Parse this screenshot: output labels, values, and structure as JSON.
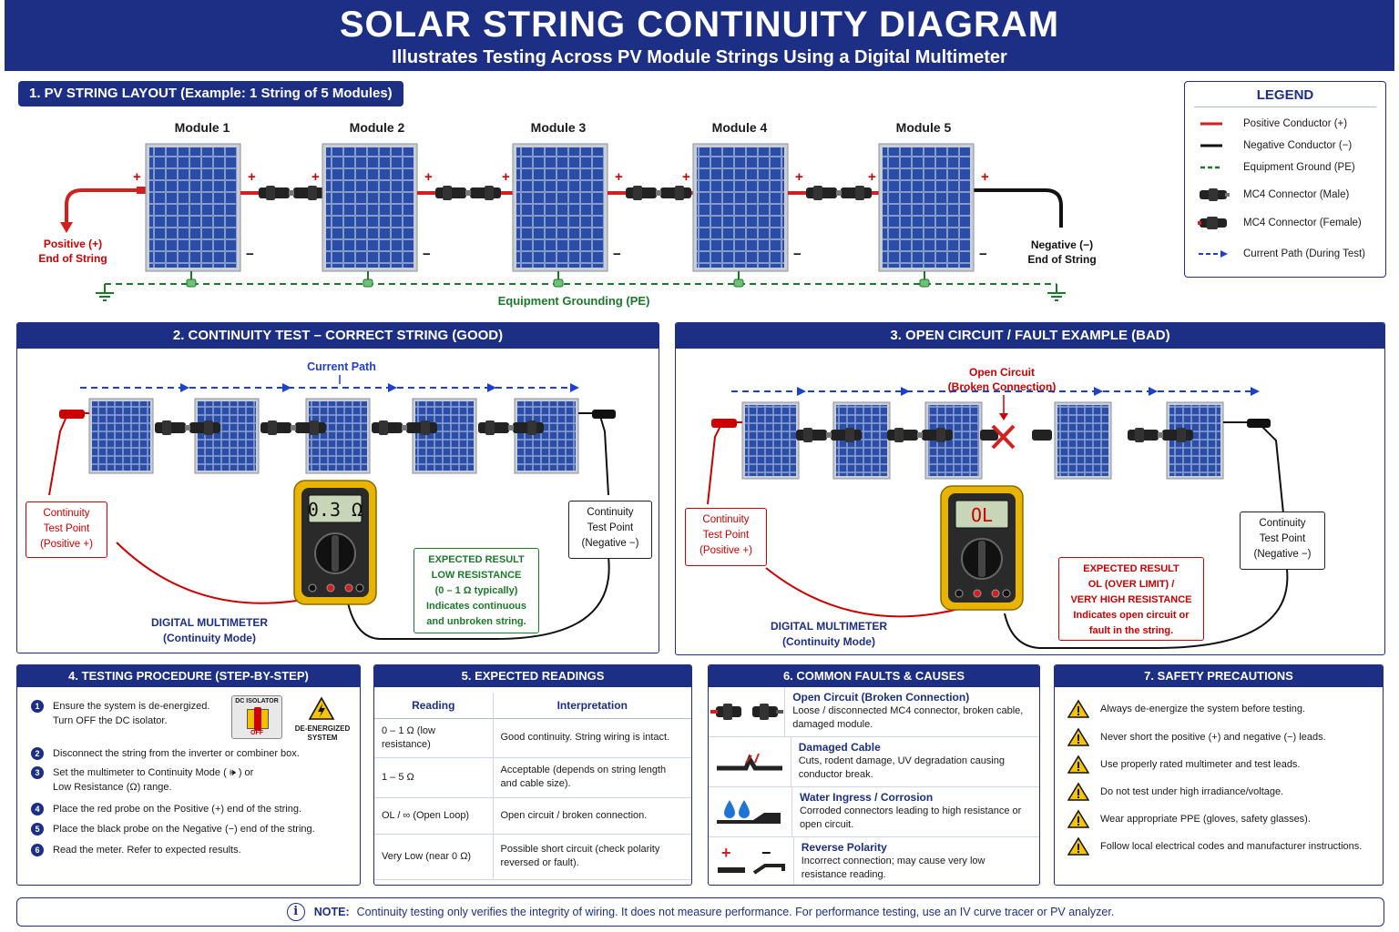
{
  "header": {
    "title": "SOLAR STRING CONTINUITY DIAGRAM",
    "subtitle": "Illustrates Testing Across PV Module Strings Using a Digital Multimeter"
  },
  "section1": {
    "label": "1. PV STRING LAYOUT (Example: 1 String of 5 Modules)",
    "modules": [
      "Module 1",
      "Module 2",
      "Module 3",
      "Module 4",
      "Module 5"
    ],
    "positive_end": [
      "Positive (+)",
      "End of String"
    ],
    "negative_end": [
      "Negative (−)",
      "End of String"
    ],
    "grounding": "Equipment Grounding (PE)",
    "plus": "+",
    "minus": "−"
  },
  "legend": {
    "title": "LEGEND",
    "items": [
      {
        "label": "Positive Conductor (+)",
        "color": "#d21f1f"
      },
      {
        "label": "Negative Conductor (−)",
        "color": "#111111"
      },
      {
        "label": "Equipment Ground (PE)",
        "color": "#1b7a2a"
      },
      {
        "label": "MC4 Connector (Male)",
        "icon": "mc4-male-icon"
      },
      {
        "label": "MC4 Connector (Female)",
        "icon": "mc4-female-icon"
      },
      {
        "label": "Current Path (During Test)",
        "color": "#1f3fcf"
      }
    ]
  },
  "section2": {
    "title": "2. CONTINUITY TEST – CORRECT STRING (GOOD)",
    "current_path": "Current Path",
    "display": "0.3 Ω",
    "pos_box": [
      "Continuity",
      "Test Point",
      "(Positive +)"
    ],
    "neg_box": [
      "Continuity",
      "Test Point",
      "(Negative −)"
    ],
    "meter_label": [
      "DIGITAL MULTIMETER",
      "(Continuity Mode)"
    ],
    "expected": [
      "EXPECTED RESULT",
      "LOW RESISTANCE",
      "(0 – 1 Ω typically)",
      "Indicates continuous",
      "and unbroken string."
    ]
  },
  "section3": {
    "title": "3. OPEN CIRCUIT / FAULT EXAMPLE (BAD)",
    "open_circuit": [
      "Open Circuit",
      "(Broken Connection)"
    ],
    "display": "OL",
    "pos_box": [
      "Continuity",
      "Test Point",
      "(Positive +)"
    ],
    "neg_box": [
      "Continuity",
      "Test Point",
      "(Negative −)"
    ],
    "meter_label": [
      "DIGITAL MULTIMETER",
      "(Continuity Mode)"
    ],
    "expected": [
      "EXPECTED RESULT",
      "OL (OVER LIMIT) /",
      "VERY HIGH RESISTANCE",
      "Indicates open circuit or",
      "fault in the string."
    ]
  },
  "section4": {
    "title": "4. TESTING PROCEDURE (STEP-BY-STEP)",
    "steps": [
      "Ensure the system is de-energized.",
      "Disconnect the string from the inverter or combiner box.",
      "Set the multimeter to Continuity Mode (",
      "Place the red probe on the Positive (+) end of the string.",
      "Place the black probe on the Negative (−) end of the string.",
      "Read the meter. Refer to expected results."
    ],
    "step1_line2": "Turn OFF the DC isolator.",
    "step3_tail": ") or",
    "step3_line2": "Low Resistance (Ω) range.",
    "isolator_label": "DC ISOLATOR",
    "isolator_off": "OFF",
    "deenergized": [
      "DE-ENERGIZED",
      "SYSTEM"
    ]
  },
  "section5": {
    "title": "5. EXPECTED READINGS",
    "headers": [
      "Reading",
      "Interpretation"
    ],
    "rows": [
      [
        "0 – 1 Ω (low resistance)",
        "Good continuity. String wiring is intact."
      ],
      [
        "1 – 5 Ω",
        "Acceptable (depends on string length and cable size)."
      ],
      [
        "OL / ∞ (Open Loop)",
        "Open circuit / broken connection."
      ],
      [
        "Very Low (near 0 Ω)",
        "Possible short circuit (check polarity reversed or fault)."
      ]
    ]
  },
  "section6": {
    "title": "6. COMMON FAULTS & CAUSES",
    "faults": [
      {
        "title": "Open Circuit (Broken Connection)",
        "desc": "Loose / disconnected MC4 connector, broken cable, damaged module."
      },
      {
        "title": "Damaged Cable",
        "desc": "Cuts, rodent damage, UV degradation causing conductor break."
      },
      {
        "title": "Water Ingress / Corrosion",
        "desc": "Corroded connectors leading to high resistance or open circuit."
      },
      {
        "title": "Reverse Polarity",
        "desc": "Incorrect connection; may cause very low resistance reading."
      }
    ]
  },
  "section7": {
    "title": "7. SAFETY PRECAUTIONS",
    "items": [
      "Always de-energize the system before testing.",
      "Never short the positive (+) and negative (−) leads.",
      "Use properly rated multimeter and test leads.",
      "Do not test under high irradiance/voltage.",
      "Wear appropriate PPE (gloves, safety glasses).",
      "Follow local electrical codes and manufacturer instructions."
    ]
  },
  "note": {
    "label": "NOTE:",
    "text": "Continuity testing only verifies the integrity of wiring. It does not measure performance. For performance testing, use an IV curve tracer or PV analyzer."
  }
}
